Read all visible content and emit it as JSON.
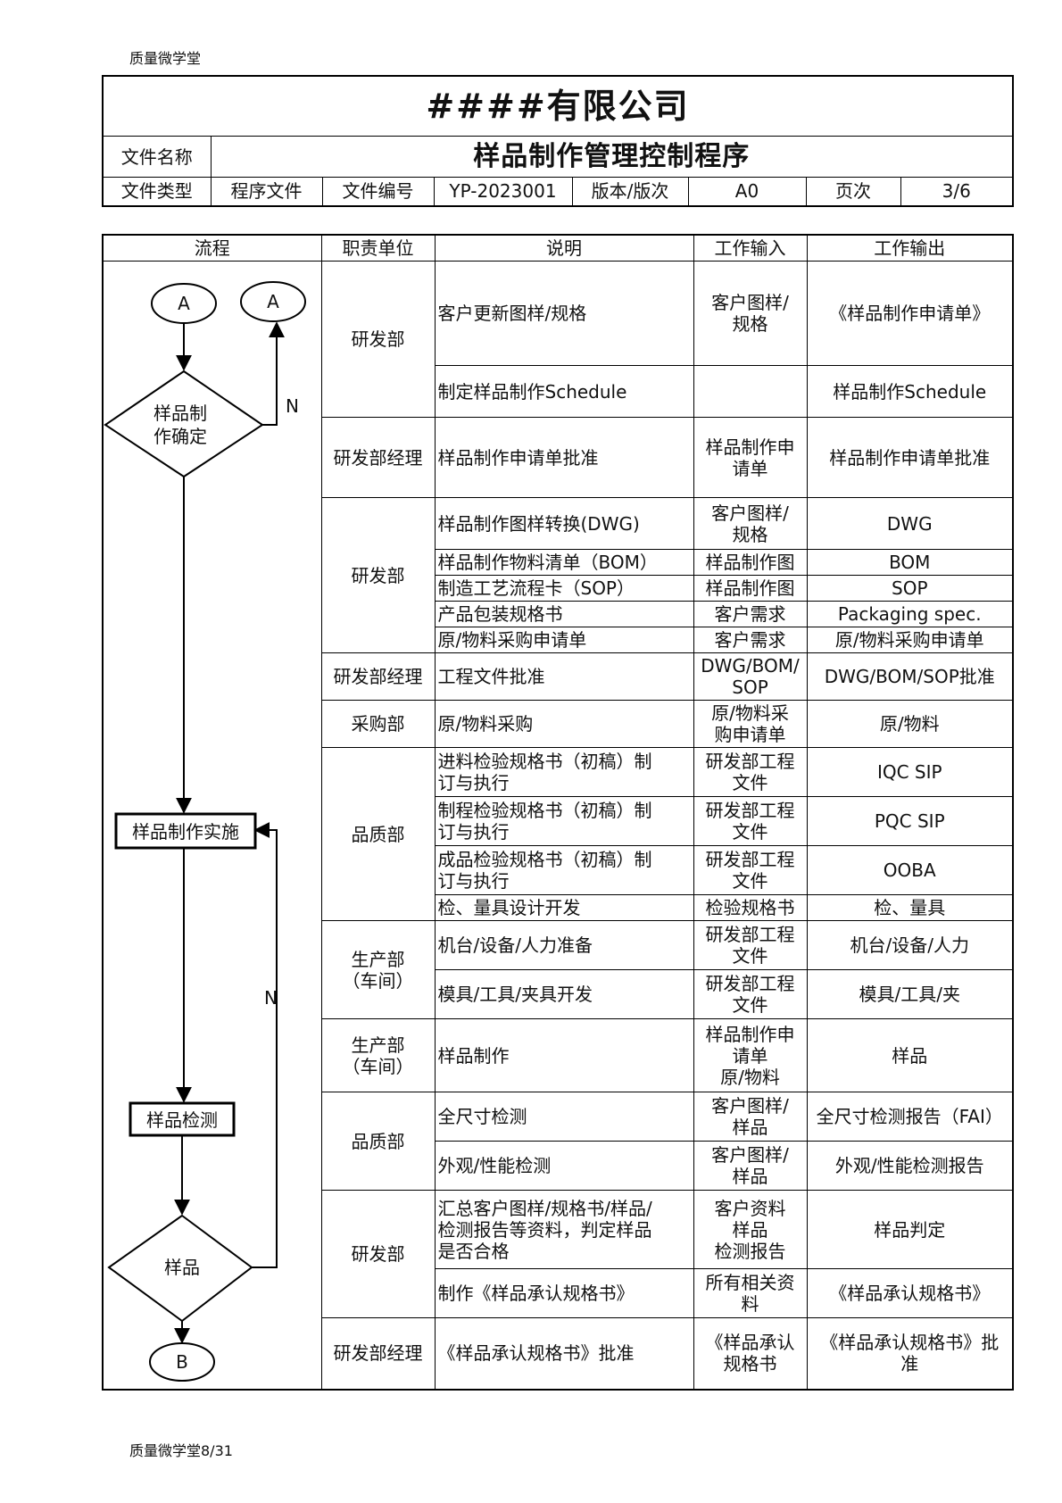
{
  "header_note": "质量微学堂",
  "footer_note": "质量微学堂8/31",
  "doc": {
    "company": "####有限公司",
    "name_label": "文件名称",
    "name_value": "样品制作管理控制程序",
    "type_label": "文件类型",
    "type_value": "程序文件",
    "no_label": "文件编号",
    "no_value": "YP-2023001",
    "ver_label": "版本/版次",
    "ver_value": "A0",
    "page_label": "页次",
    "page_value": "3/6"
  },
  "table": {
    "headers": [
      "流程",
      "职责单位",
      "说明",
      "工作输入",
      "工作输出"
    ],
    "groups": [
      {
        "unit": "研发部",
        "rows": [
          {
            "desc": "客户更新图样/规格",
            "input": "客户图样/\n规格",
            "output": "《样品制作申请单》"
          },
          {
            "desc": "制定样品制作Schedule",
            "input": "",
            "output": "样品制作Schedule"
          }
        ]
      },
      {
        "unit": "研发部经理",
        "rows": [
          {
            "desc": "样品制作申请单批准",
            "input": "样品制作申\n请单",
            "output": "样品制作申请单批准"
          }
        ]
      },
      {
        "unit": "研发部",
        "rows": [
          {
            "desc": "样品制作图样转换(DWG)",
            "input": "客户图样/\n规格",
            "output": "DWG"
          },
          {
            "desc": "样品制作物料清单（BOM）",
            "input": "样品制作图",
            "output": "BOM"
          },
          {
            "desc": "制造工艺流程卡（SOP）",
            "input": "样品制作图",
            "output": "SOP"
          },
          {
            "desc": "产品包装规格书",
            "input": "客户需求",
            "output": "Packaging spec."
          },
          {
            "desc": "原/物料采购申请单",
            "input": "客户需求",
            "output": "原/物料采购申请单"
          }
        ]
      },
      {
        "unit": "研发部经理",
        "rows": [
          {
            "desc": "工程文件批准",
            "input": "DWG/BOM/\nSOP",
            "output": "DWG/BOM/SOP批准"
          }
        ]
      },
      {
        "unit": "采购部",
        "rows": [
          {
            "desc": "原/物料采购",
            "input": "原/物料采\n购申请单",
            "output": "原/物料"
          }
        ]
      },
      {
        "unit": "品质部",
        "rows": [
          {
            "desc": "进料检验规格书（初稿）制\n订与执行",
            "input": "研发部工程\n文件",
            "output": "IQC SIP"
          },
          {
            "desc": "制程检验规格书（初稿）制\n订与执行",
            "input": "研发部工程\n文件",
            "output": "PQC SIP"
          },
          {
            "desc": "成品检验规格书（初稿）制\n订与执行",
            "input": "研发部工程\n文件",
            "output": "OOBA"
          },
          {
            "desc": "检、量具设计开发",
            "input": "检验规格书",
            "output": "检、量具"
          }
        ]
      },
      {
        "unit": "生产部\n（车间）",
        "rows": [
          {
            "desc": "机台/设备/人力准备",
            "input": "研发部工程\n文件",
            "output": "机台/设备/人力"
          },
          {
            "desc": "模具/工具/夹具开发",
            "input": "研发部工程\n文件",
            "output": "模具/工具/夹"
          }
        ]
      },
      {
        "unit": "生产部\n（车间）",
        "rows": [
          {
            "desc": "样品制作",
            "input": "样品制作申\n请单\n原/物料",
            "output": "样品"
          }
        ]
      },
      {
        "unit": "品质部",
        "rows": [
          {
            "desc": "全尺寸检测",
            "input": "客户图样/\n样品",
            "output": "全尺寸检测报告（FAI）"
          },
          {
            "desc": "外观/性能检测",
            "input": "客户图样/\n样品",
            "output": "外观/性能检测报告"
          }
        ]
      },
      {
        "unit": "研发部",
        "rows": [
          {
            "desc": "汇总客户图样/规格书/样品/\n检测报告等资料，判定样品\n是否合格",
            "input": "客户资料\n样品\n检测报告",
            "output": "样品判定"
          },
          {
            "desc": "制作《样品承认规格书》",
            "input": "所有相关资\n料",
            "output": "《样品承认规格书》"
          }
        ]
      },
      {
        "unit": "研发部经理",
        "rows": [
          {
            "desc": "《样品承认规格书》批准",
            "input": "《样品承认\n规格书",
            "output": "《样品承认规格书》批\n准"
          }
        ]
      }
    ]
  },
  "flow": {
    "start_connector": "A",
    "return_connector": "A",
    "decision1": "样品制\n作确定",
    "no_label_1": "N",
    "process1": "样品制作实施",
    "no_label_2": "N",
    "process2": "样品检测",
    "decision2": "样品",
    "end_connector": "B"
  }
}
